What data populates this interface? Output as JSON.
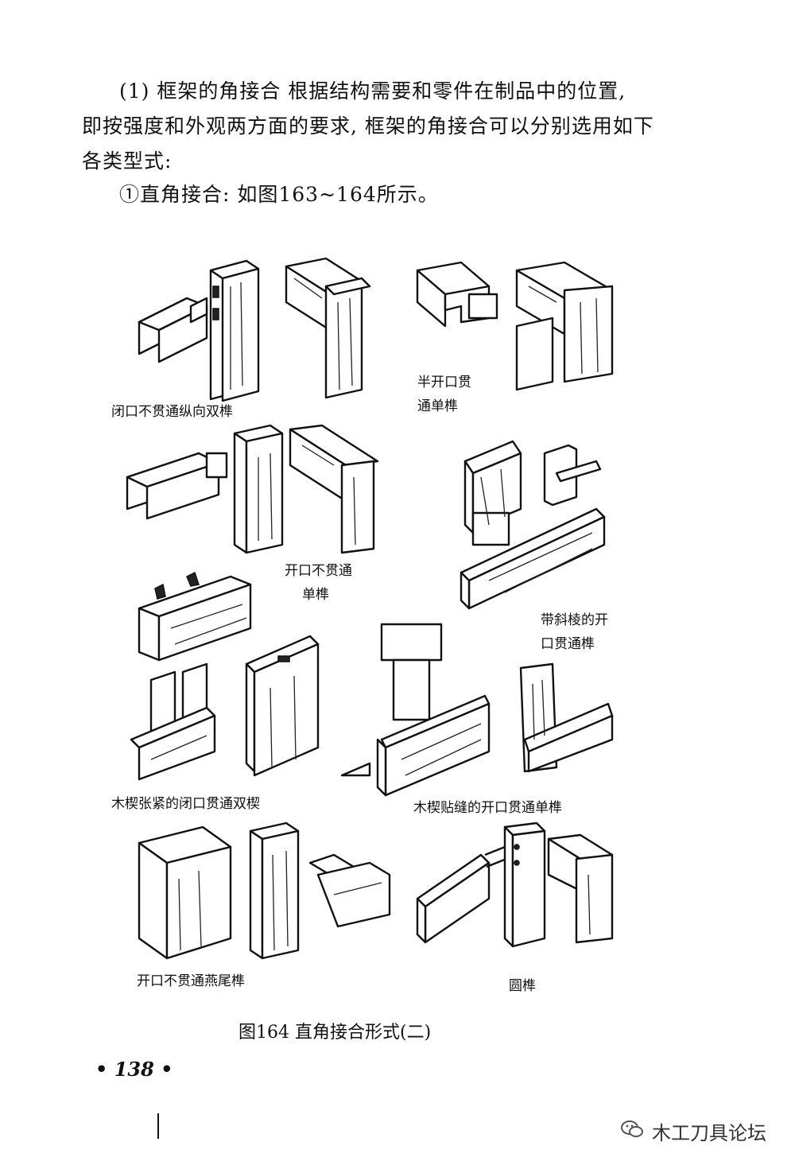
{
  "text": {
    "line1": "(1) 框架的角接合  根据结构需要和零件在制品中的位置,",
    "line2": "即按强度和外观两方面的要求, 框架的角接合可以分别选用如下",
    "line3": "各类型式:",
    "line4": "①直角接合: 如图163~164所示。"
  },
  "captions": {
    "c1": "闭口不贯通纵向双榫",
    "c2a": "半开口贯",
    "c2b": "通单榫",
    "c3a": "开口不贯通",
    "c3b": "单榫",
    "c4a": "带斜棱的开",
    "c4b": "口贯通榫",
    "c5": "木楔张紧的闭口贯通双楔",
    "c6": "木楔贴缝的开口贯通单榫",
    "c7": "开口不贯通燕尾榫",
    "c8": "圆榫"
  },
  "figure": {
    "title": "图164  直角接合形式(二)"
  },
  "page_number": "• 138 •",
  "watermark": {
    "text": "木工刀具论坛",
    "icon": "wechat-icon"
  }
}
